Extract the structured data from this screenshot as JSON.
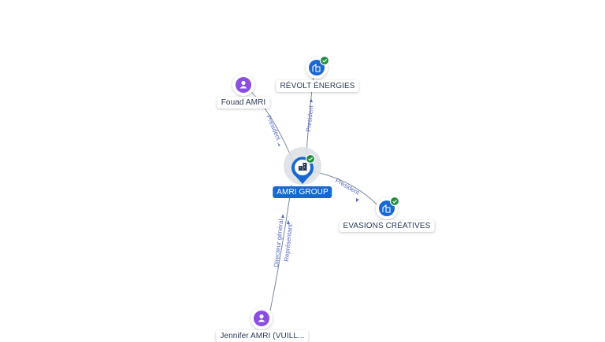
{
  "colors": {
    "company": "#1967d2",
    "person": "#8a4fe0",
    "verified": "#1e8e3e",
    "edge": "#7a8aa0",
    "edge_label": "#5b6bbf"
  },
  "nodes": {
    "main": {
      "label": "AMRI GROUP",
      "type": "company",
      "icon": "building-icon"
    },
    "revolt": {
      "label": "RÉVOLT ÉNERGIES",
      "type": "company",
      "icon": "building-icon"
    },
    "evasions": {
      "label": "EVASIONS CRÉATIVES",
      "type": "company",
      "icon": "building-icon"
    },
    "fouad": {
      "label": "Fouad AMRI",
      "type": "person",
      "icon": "person-icon"
    },
    "jennifer": {
      "label": "Jennifer AMRI (VUILL...",
      "type": "person",
      "icon": "person-icon"
    }
  },
  "edges": {
    "fouad_main": {
      "label": "President"
    },
    "main_revolt": {
      "label": "President"
    },
    "main_evasions": {
      "label": "President"
    },
    "jennifer_main": {
      "label": "Directeur général",
      "label2": "Représentant"
    }
  }
}
